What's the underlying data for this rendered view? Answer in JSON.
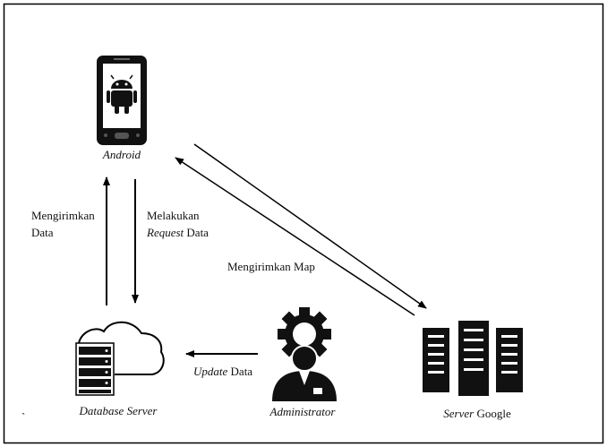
{
  "nodes": {
    "android": {
      "label": "Android",
      "icon": "android-phone-icon"
    },
    "database_server": {
      "label": "Database Server",
      "icon": "database-cloud-icon"
    },
    "administrator": {
      "label": "Administrator",
      "icon": "admin-gear-icon"
    },
    "server_google": {
      "label_italic": "Server",
      "label_rest": " Google",
      "icon": "server-rack-icon"
    }
  },
  "edges": {
    "send_data": {
      "line1": "Mengirimkan",
      "line2": "Data"
    },
    "request_data": {
      "line1": "Melakukan",
      "line2_italic": "Request",
      "line2_rest": " Data"
    },
    "send_map": {
      "label": "Mengirimkan Map"
    },
    "update_data": {
      "label_italic": "Update",
      "label_rest": " Data"
    }
  },
  "stray_mark": "`",
  "colors": {
    "stroke": "#000000",
    "background": "#ffffff"
  }
}
